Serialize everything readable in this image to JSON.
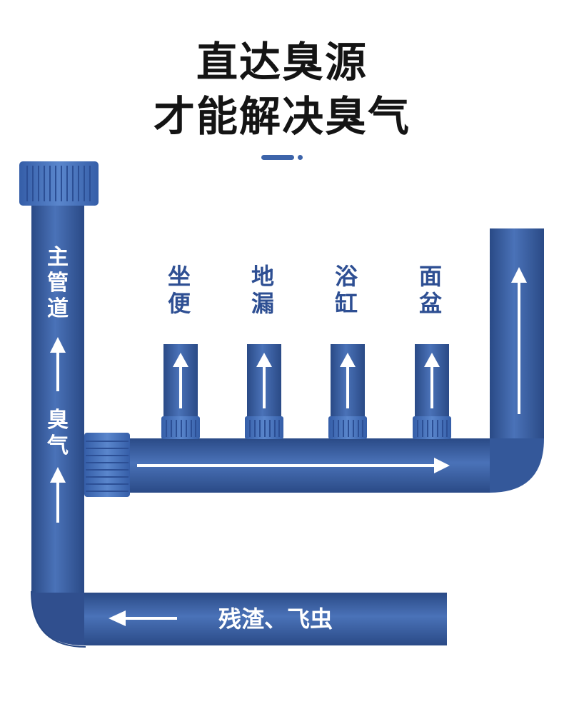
{
  "title": {
    "line1": "直达臭源",
    "line2": "才能解决臭气"
  },
  "main_pipe_label": [
    "主",
    "管",
    "道"
  ],
  "gas_label": [
    "臭",
    "气"
  ],
  "bottom_label": "残渣、飞虫",
  "fixtures": [
    {
      "line1": "坐",
      "line2": "便"
    },
    {
      "line1": "地",
      "line2": "漏"
    },
    {
      "line1": "浴",
      "line2": "缸"
    },
    {
      "line1": "面",
      "line2": "盆"
    }
  ],
  "colors": {
    "pipe": "#3d64aa",
    "pipe_dark": "#2a4a86",
    "fixture_text": "#2e4f93",
    "headline": "#141414",
    "arrow": "#ffffff"
  },
  "icons": [
    "arrow-up-icon",
    "arrow-right-icon",
    "arrow-left-icon"
  ]
}
